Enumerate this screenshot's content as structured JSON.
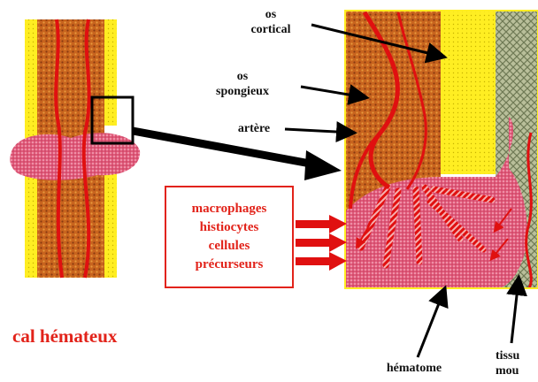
{
  "labels": {
    "os_cortical": [
      "os",
      "cortical"
    ],
    "os_spongieux": [
      "os",
      "spongieux"
    ],
    "artere": "artère",
    "cells": [
      "macrophages",
      "histiocytes",
      "cellules",
      "précurseurs"
    ],
    "hematome": "hématome",
    "tissu_mou": [
      "tissu",
      "mou"
    ],
    "title": "cal hémateux"
  },
  "colors": {
    "cortical_yellow": "#ffee22",
    "spongy_orange": "#c8641e",
    "artery_red": "#e01010",
    "hematoma_pink": "#e05a7a",
    "soft_tissue": "#a8b089",
    "label_red": "#e2231a"
  }
}
